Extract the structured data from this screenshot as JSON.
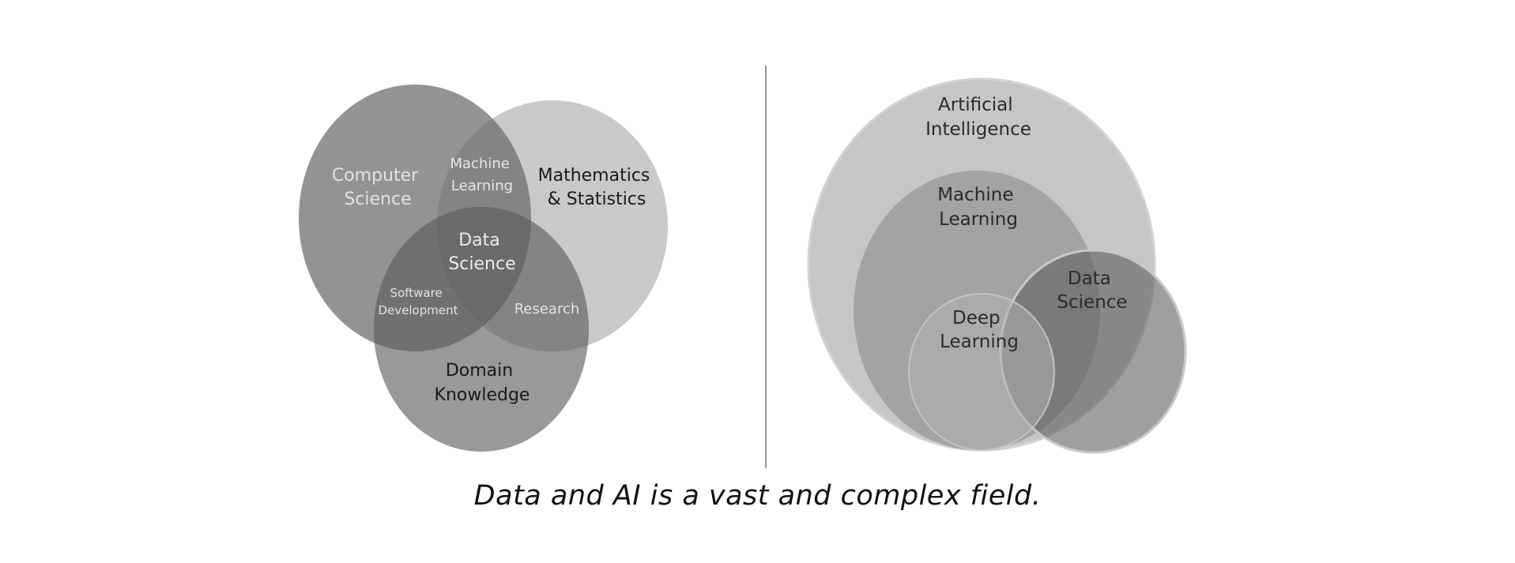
{
  "left_diagram": {
    "computer_science": [
      "Computer",
      "Science"
    ],
    "mathematics_statistics": [
      "Mathematics",
      "& Statistics"
    ],
    "domain_knowledge": [
      "Domain",
      "Knowledge"
    ],
    "machine_learning": [
      "Machine",
      "Learning"
    ],
    "software_development": [
      "Software",
      "Development"
    ],
    "research": "Research",
    "data_science": [
      "Data",
      "Science"
    ]
  },
  "right_diagram": {
    "artificial_intelligence": [
      "Artificial",
      "Intelligence"
    ],
    "machine_learning": [
      "Machine",
      "Learning"
    ],
    "deep_learning": [
      "Deep",
      "Learning"
    ],
    "data_science": [
      "Data",
      "Science"
    ]
  },
  "caption": "Data and AI is a vast and complex field.",
  "colors": {
    "background": "#ffffff",
    "divider": "#9a9a9a",
    "caption": "#111111"
  }
}
